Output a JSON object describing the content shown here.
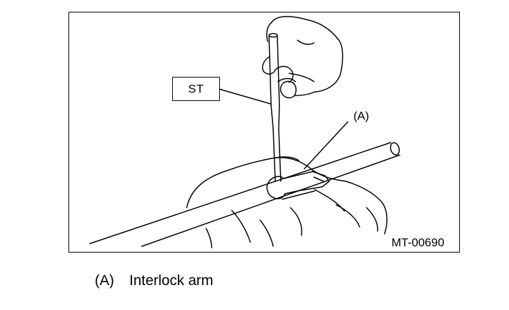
{
  "figure": {
    "tool_label": "ST",
    "callout_label": "(A)",
    "figure_code": "MT-00690"
  },
  "legend": {
    "key": "(A)",
    "description": "Interlock arm"
  }
}
